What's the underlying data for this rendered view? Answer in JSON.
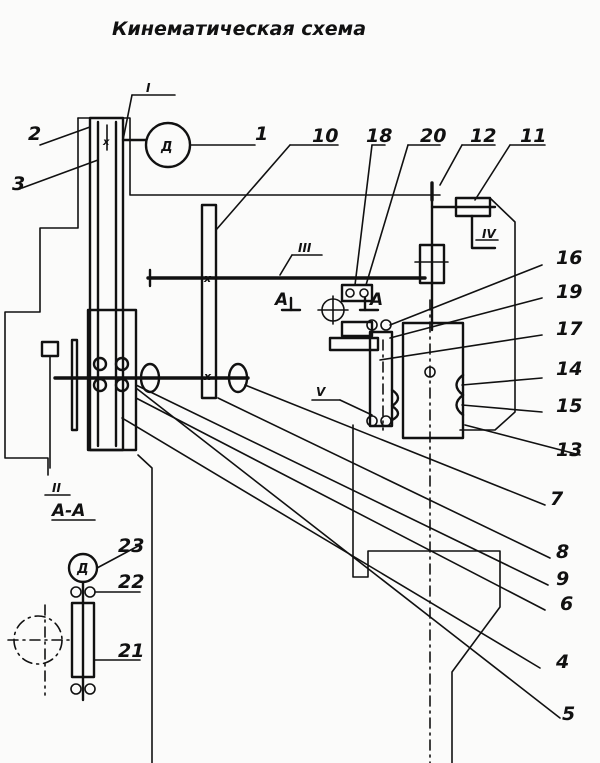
{
  "title": "Кинематическая схема",
  "section_labels": {
    "section_a_a": "A-A",
    "arrow_a_left": "A",
    "arrow_a_right": "A"
  },
  "motor_symbol": "Д",
  "shaft_labels": [
    "I",
    "II",
    "III",
    "IV",
    "V"
  ],
  "part_numbers": [
    "1",
    "2",
    "3",
    "4",
    "5",
    "6",
    "7",
    "8",
    "9",
    "10",
    "11",
    "12",
    "13",
    "14",
    "15",
    "16",
    "17",
    "18",
    "19",
    "20",
    "21",
    "22",
    "23"
  ]
}
